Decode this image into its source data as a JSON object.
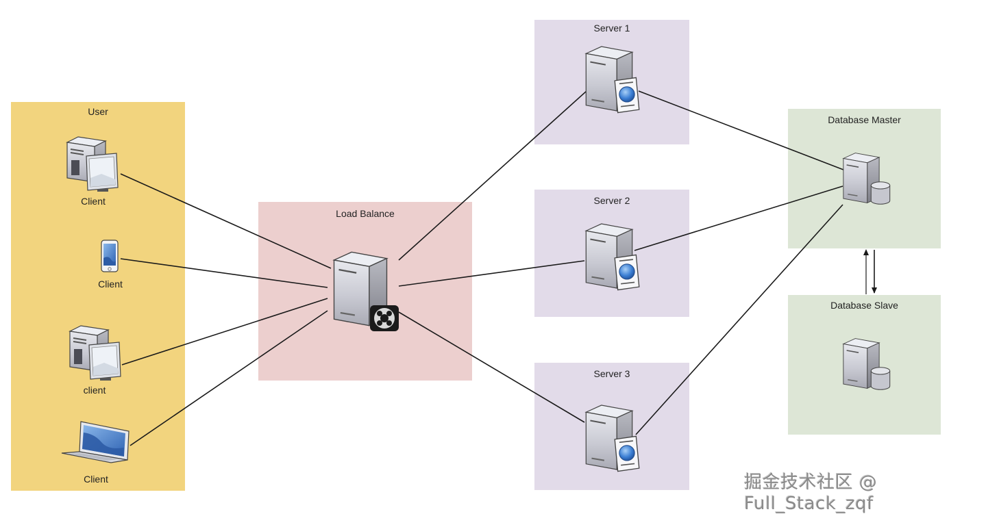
{
  "colors": {
    "user_group": "#f2d47e",
    "load_balance_group": "#eccfce",
    "server_group": "#e2dbe9",
    "database_group": "#dde6d6",
    "link": "#1a1a1a"
  },
  "groups": {
    "user": {
      "title": "User"
    },
    "load_balance": {
      "title": "Load Balance"
    },
    "server1": {
      "title": "Server 1"
    },
    "server2": {
      "title": "Server 2"
    },
    "server3": {
      "title": "Server 3"
    },
    "db_master": {
      "title": "Database Master"
    },
    "db_slave": {
      "title": "Database Slave"
    }
  },
  "clients": [
    {
      "label": "Client",
      "icon": "desktop-computer-icon"
    },
    {
      "label": "Client",
      "icon": "tablet-icon"
    },
    {
      "label": "client",
      "icon": "desktop-computer-icon"
    },
    {
      "label": "Client",
      "icon": "laptop-icon"
    }
  ],
  "nodes": {
    "load_balancer": {
      "icon": "load-balancer-server-icon"
    },
    "web_server": {
      "icon": "web-server-icon"
    },
    "database_server": {
      "icon": "database-server-icon"
    }
  },
  "edges": [
    [
      "client-1",
      "load-balancer"
    ],
    [
      "client-2",
      "load-balancer"
    ],
    [
      "client-3",
      "load-balancer"
    ],
    [
      "client-4",
      "load-balancer"
    ],
    [
      "load-balancer",
      "server-1"
    ],
    [
      "load-balancer",
      "server-2"
    ],
    [
      "load-balancer",
      "server-3"
    ],
    [
      "server-1",
      "db-master"
    ],
    [
      "server-2",
      "db-master"
    ],
    [
      "server-3",
      "db-master"
    ],
    [
      "db-slave",
      "db-master"
    ],
    [
      "db-master",
      "db-slave"
    ]
  ],
  "watermark": "掘金技术社区 @ Full_Stack_zqf"
}
